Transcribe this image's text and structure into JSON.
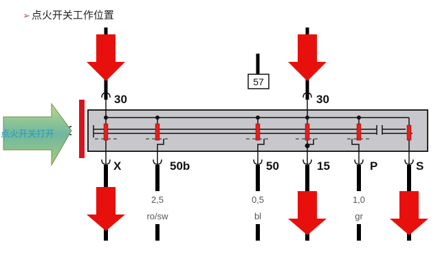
{
  "title": {
    "bullet": "➢",
    "text": "点火开关工作位置"
  },
  "input_arrow": {
    "label": "点火开关打开",
    "color": "#8fc27a"
  },
  "colors": {
    "arrow": "#e8100c",
    "panel": "#c8c8cc",
    "contact": "#e02020"
  },
  "terminal_57": "57",
  "terminals": {
    "t30_left": "30",
    "t30_right": "30",
    "X": "X",
    "t50b": "50b",
    "t50": "50",
    "t15": "15",
    "P": "P",
    "S": "S"
  },
  "wires": {
    "w50b": {
      "size": "2,5",
      "color": "ro/sw"
    },
    "w50": {
      "size": "0,5",
      "color": "bl"
    },
    "wP": {
      "size": "1,0",
      "color": "gr"
    }
  }
}
